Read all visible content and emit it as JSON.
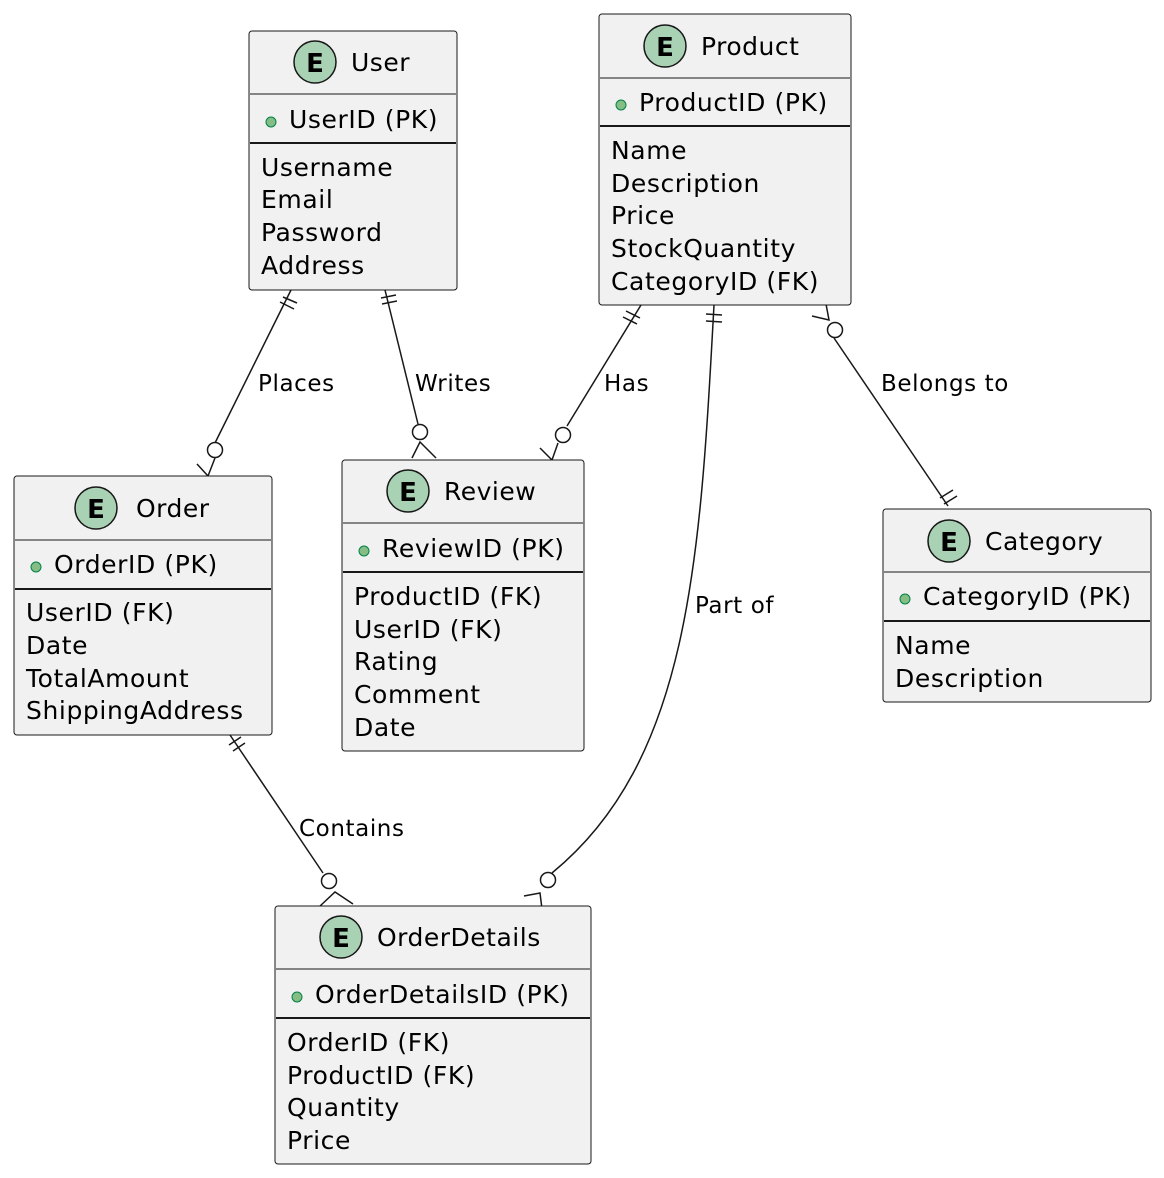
{
  "entities": {
    "user": {
      "badge": "E",
      "title": "User",
      "pk": "UserID (PK)",
      "attrs": [
        "Username",
        "Email",
        "Password",
        "Address"
      ]
    },
    "product": {
      "badge": "E",
      "title": "Product",
      "pk": "ProductID (PK)",
      "attrs": [
        "Name",
        "Description",
        "Price",
        "StockQuantity",
        "CategoryID (FK)"
      ]
    },
    "order": {
      "badge": "E",
      "title": "Order",
      "pk": "OrderID (PK)",
      "attrs": [
        "UserID (FK)",
        "Date",
        "TotalAmount",
        "ShippingAddress"
      ]
    },
    "review": {
      "badge": "E",
      "title": "Review",
      "pk": "ReviewID (PK)",
      "attrs": [
        "ProductID (FK)",
        "UserID (FK)",
        "Rating",
        "Comment",
        "Date"
      ]
    },
    "category": {
      "badge": "E",
      "title": "Category",
      "pk": "CategoryID (PK)",
      "attrs": [
        "Name",
        "Description"
      ]
    },
    "orderdetails": {
      "badge": "E",
      "title": "OrderDetails",
      "pk": "OrderDetailsID (PK)",
      "attrs": [
        "OrderID (FK)",
        "ProductID (FK)",
        "Quantity",
        "Price"
      ]
    }
  },
  "relationships": {
    "places": {
      "label": "Places",
      "from": "User",
      "to": "Order"
    },
    "writes": {
      "label": "Writes",
      "from": "User",
      "to": "Review"
    },
    "has": {
      "label": "Has",
      "from": "Product",
      "to": "Review"
    },
    "belongs_to": {
      "label": "Belongs to",
      "from": "Product",
      "to": "Category"
    },
    "part_of": {
      "label": "Part of",
      "from": "Product",
      "to": "OrderDetails"
    },
    "contains": {
      "label": "Contains",
      "from": "Order",
      "to": "OrderDetails"
    }
  },
  "colors": {
    "entity_fill": "#f1f1f1",
    "badge_fill": "#a9d1b3",
    "pk_dot": "#84be84",
    "line": "#181818"
  }
}
